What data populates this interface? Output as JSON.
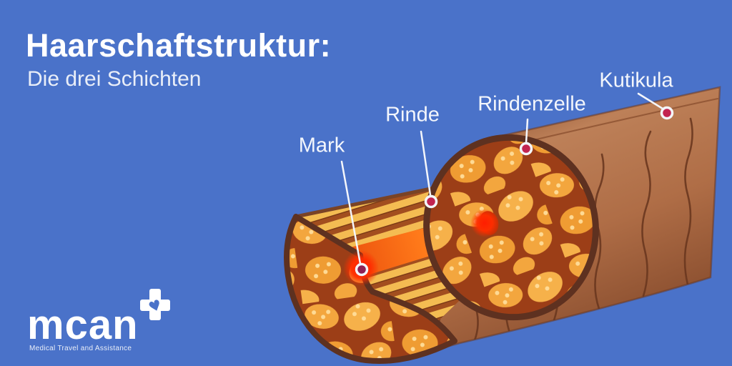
{
  "header": {
    "title": "Haarschaftstruktur:",
    "subtitle": "Die drei Schichten"
  },
  "diagram": {
    "description": "cutaway illustration of a hair shaft showing three layers",
    "labels": [
      {
        "id": "mark",
        "text": "Mark"
      },
      {
        "id": "rinde",
        "text": "Rinde"
      },
      {
        "id": "rindenzelle",
        "text": "Rindenzelle"
      },
      {
        "id": "kutikula",
        "text": "Kutikula"
      }
    ]
  },
  "logo": {
    "name": "mcan",
    "tagline": "Medical Travel and Assistance"
  },
  "colors": {
    "background": "#4A72C9",
    "title-text": "#FFFFFF",
    "subtitle-text": "#E9EEF8",
    "label-text": "#F3F6FC",
    "leader": "#F4F6FB",
    "dot": "#C22450",
    "dot-mark": "#8E2154",
    "logo": "#FFFFFF"
  }
}
